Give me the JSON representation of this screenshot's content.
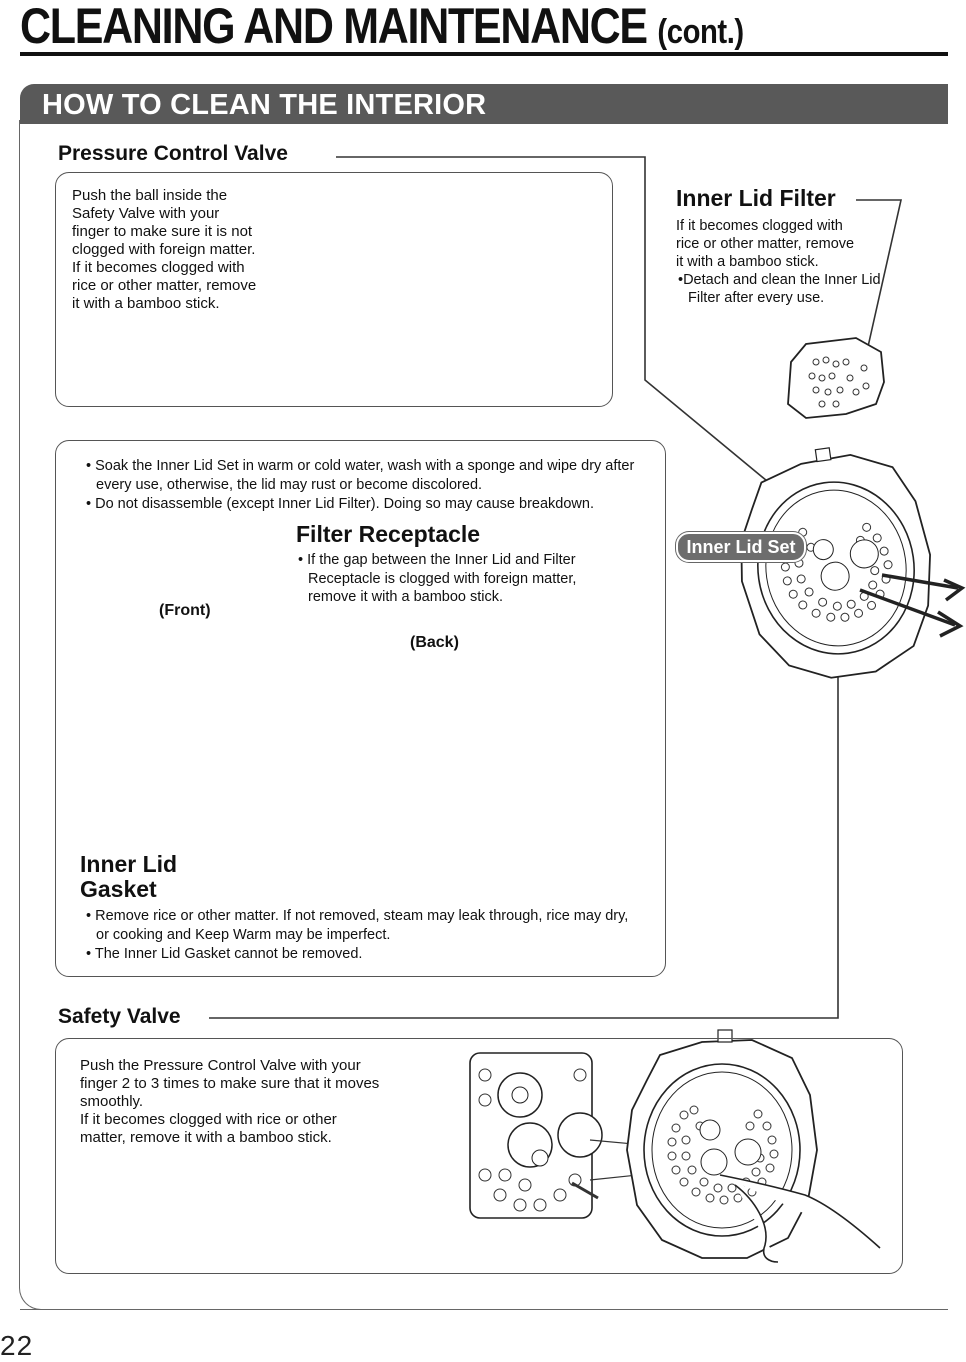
{
  "header": {
    "title": "CLEANING AND MAINTENANCE",
    "title_suffix": "(cont.)"
  },
  "section": {
    "title": "HOW TO CLEAN THE INTERIOR"
  },
  "pressure_control_valve": {
    "heading": "Pressure Control Valve",
    "lines": [
      "Push the ball inside the",
      "Safety Valve with your",
      "finger to make sure it is not",
      "clogged with foreign matter.",
      "If it becomes clogged with",
      "rice or other matter, remove",
      "it with a bamboo stick."
    ]
  },
  "inner_lid_filter": {
    "heading": "Inner Lid Filter",
    "lines": [
      "If it becomes clogged with",
      "rice or other matter, remove",
      "it with a bamboo stick."
    ],
    "bullet": "Detach and clean the Inner Lid Filter after every use."
  },
  "inner_lid_set": {
    "label": "Inner Lid Set"
  },
  "general": {
    "bullets": [
      "Soak the Inner Lid Set in warm or cold water, wash with a sponge and wipe dry after every use, otherwise, the lid may rust or become discolored.",
      "Do not disassemble (except Inner Lid Filter). Doing so may cause breakdown."
    ]
  },
  "filter_receptacle": {
    "heading": "Filter Receptacle",
    "bullet": "If the gap between the Inner Lid and Filter Receptacle is clogged with foreign matter, remove it with a bamboo stick."
  },
  "views": {
    "front": "(Front)",
    "back": "(Back)"
  },
  "inner_lid_gasket": {
    "heading_line1": "Inner Lid",
    "heading_line2": "Gasket",
    "bullets": [
      "Remove rice or other matter. If not removed, steam may leak through, rice may dry, or cooking and Keep Warm may be imperfect.",
      "The Inner Lid Gasket cannot be removed."
    ]
  },
  "safety_valve": {
    "heading": "Safety Valve",
    "lines": [
      "Push the Pressure Control Valve with your",
      "finger 2 to 3 times to make sure that it moves",
      "smoothly.",
      "If it becomes clogged with rice or other",
      "matter, remove it with a bamboo stick."
    ]
  },
  "footer": {
    "page_number": "22"
  }
}
